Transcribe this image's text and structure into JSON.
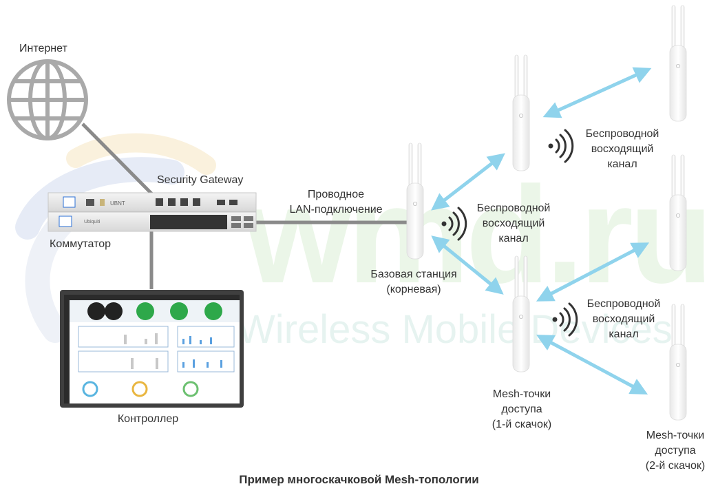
{
  "watermark": {
    "brand": "wmd.ru",
    "tagline": "Wireless Mobile Devices"
  },
  "labels": {
    "internet": "Интернет",
    "security_gateway": "Security Gateway",
    "switch": "Коммутатор",
    "wired_line1": "Проводное",
    "wired_line2": "LAN-подключение",
    "base_line1": "Базовая станция",
    "base_line2": "(корневая)",
    "controller": "Контроллер",
    "uplink_line1": "Беспроводной",
    "uplink_line2": "восходящий",
    "uplink_line3": "канал",
    "mesh1_line1": "Mesh-точки",
    "mesh1_line2": "доступа",
    "mesh1_line3": "(1-й скачок)",
    "mesh2_line1": "Mesh-точки",
    "mesh2_line2": "доступа",
    "mesh2_line3": "(2-й скачок)"
  },
  "caption": "Пример многоскачковой Mesh-топологии",
  "device_logos": {
    "gateway": "UBNT",
    "switch": "Ubiquiti"
  },
  "colors": {
    "link_arrow": "#8fd3ec",
    "cable": "#8a8a8a",
    "signal": "#333333",
    "controller_badge": "#2ea84a"
  }
}
